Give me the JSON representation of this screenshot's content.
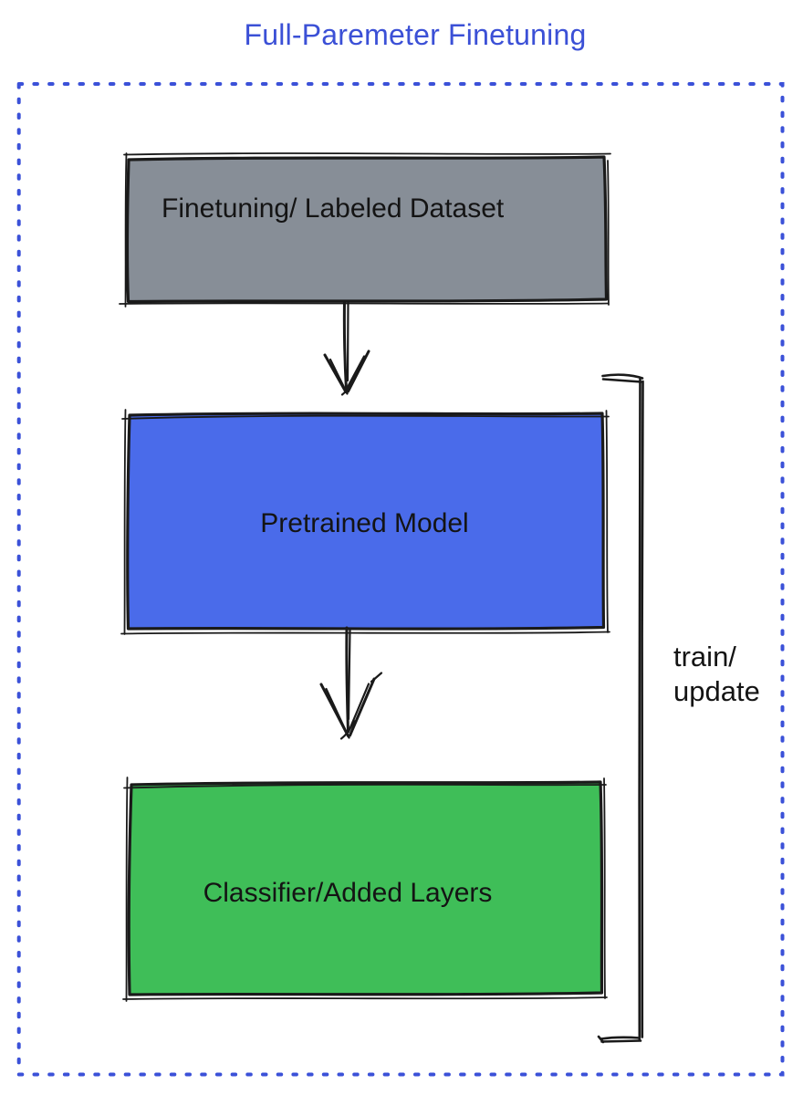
{
  "title": {
    "text": "Full-Paremeter Finetuning",
    "color": "#3b50d6"
  },
  "canvas": {
    "background": "#ffffff"
  },
  "diagram": {
    "border_color": "#3b51d8",
    "stroke_color": "#1a1a1a",
    "nodes": [
      {
        "id": "finetuning-dataset",
        "label": "Finetuning/ Labeled Dataset",
        "fill": "#878e97"
      },
      {
        "id": "pretrained-model",
        "label": "Pretrained Model",
        "fill": "#4a6bea"
      },
      {
        "id": "classifier-added-layers",
        "label": "Classifier/Added Layers",
        "fill": "#3fbe58"
      }
    ],
    "edges": [
      {
        "from": "finetuning-dataset",
        "to": "pretrained-model",
        "style": "sketch-arrow-down"
      },
      {
        "from": "pretrained-model",
        "to": "classifier-added-layers",
        "style": "sketch-arrow-down"
      }
    ],
    "bracket": {
      "label": "train/\nupdate",
      "spans": [
        "pretrained-model",
        "classifier-added-layers"
      ]
    }
  }
}
